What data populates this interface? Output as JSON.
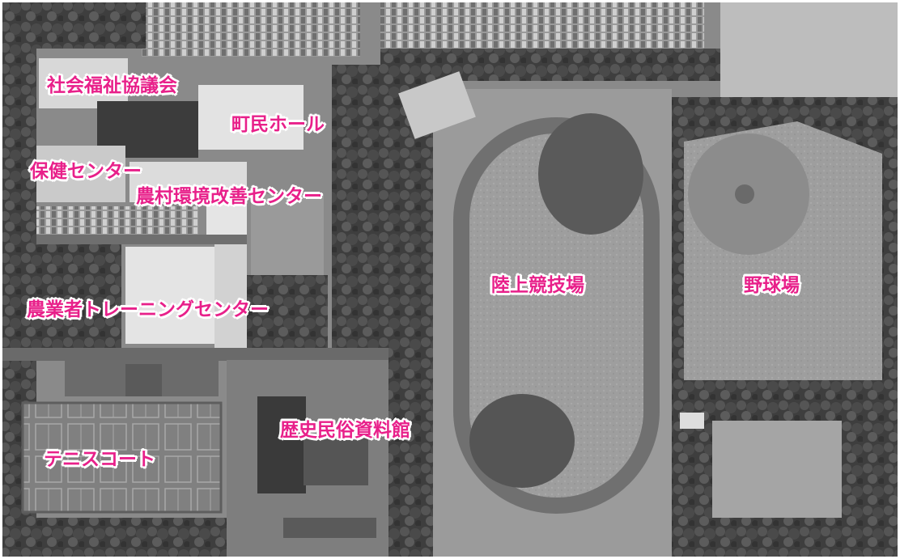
{
  "map": {
    "label_color": "#e8208a",
    "halo_color": "#ffffff",
    "labels": [
      {
        "id": "social-welfare",
        "text": "社会福祉協議会"
      },
      {
        "id": "town-hall",
        "text": "町民ホール"
      },
      {
        "id": "health-center",
        "text": "保健センター"
      },
      {
        "id": "rural-env-center",
        "text": "農村環境改善センター"
      },
      {
        "id": "farmer-training-center",
        "text": "農業者トレーニングセンター"
      },
      {
        "id": "tennis-court",
        "text": "テニスコート"
      },
      {
        "id": "history-museum",
        "text": "歴史民俗資料館"
      },
      {
        "id": "athletics-field",
        "text": "陸上競技場"
      },
      {
        "id": "baseball-field",
        "text": "野球場"
      }
    ]
  }
}
